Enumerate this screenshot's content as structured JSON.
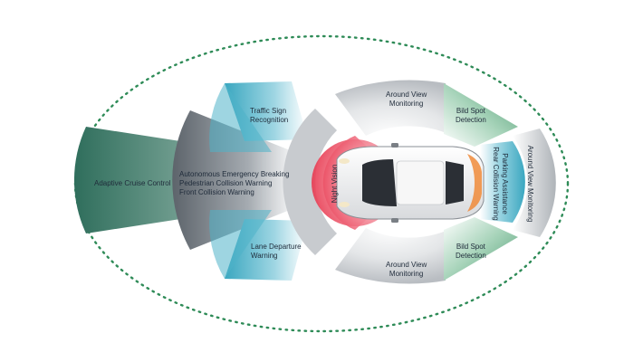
{
  "labels": {
    "adaptive_cruise": "Adaptive Cruise Control",
    "aeb_lines": [
      "Autonomous Emergency Breaking",
      "Pedestrian Collision Warning",
      "Front Collision Warning"
    ],
    "traffic_sign_lines": [
      "Traffic Sign",
      "Recognition"
    ],
    "lane_departure_lines": [
      "Lane Departure",
      "Warning"
    ],
    "night_vision": "Night Vision",
    "around_view_top_lines": [
      "Around View",
      "Monitoring"
    ],
    "around_view_bottom_lines": [
      "Around View",
      "Monitoring"
    ],
    "blind_spot_top_lines": [
      "Bild Spot",
      "Detection"
    ],
    "blind_spot_bottom_lines": [
      "Bild Spot",
      "Detection"
    ],
    "parking_lines": [
      "Parking Assistance",
      "Rear Collision Warning"
    ],
    "around_view_rear": "Around View Monitoring"
  },
  "colors": {
    "ellipse_dots": "#2e8b57",
    "adaptive_cruise_dark": "#3f7a67",
    "aeb_gray": "#6c757d",
    "traffic_sign_cyan": "#4fb3c8",
    "lane_departure_cyan": "#4fb3c8",
    "night_vision_red": "#e8384f",
    "around_view_gray": "#b9bdc2",
    "blind_spot_green": "#4f9b72",
    "parking_cyan": "#5cc3d6",
    "car_body": "#f2f2f2"
  }
}
